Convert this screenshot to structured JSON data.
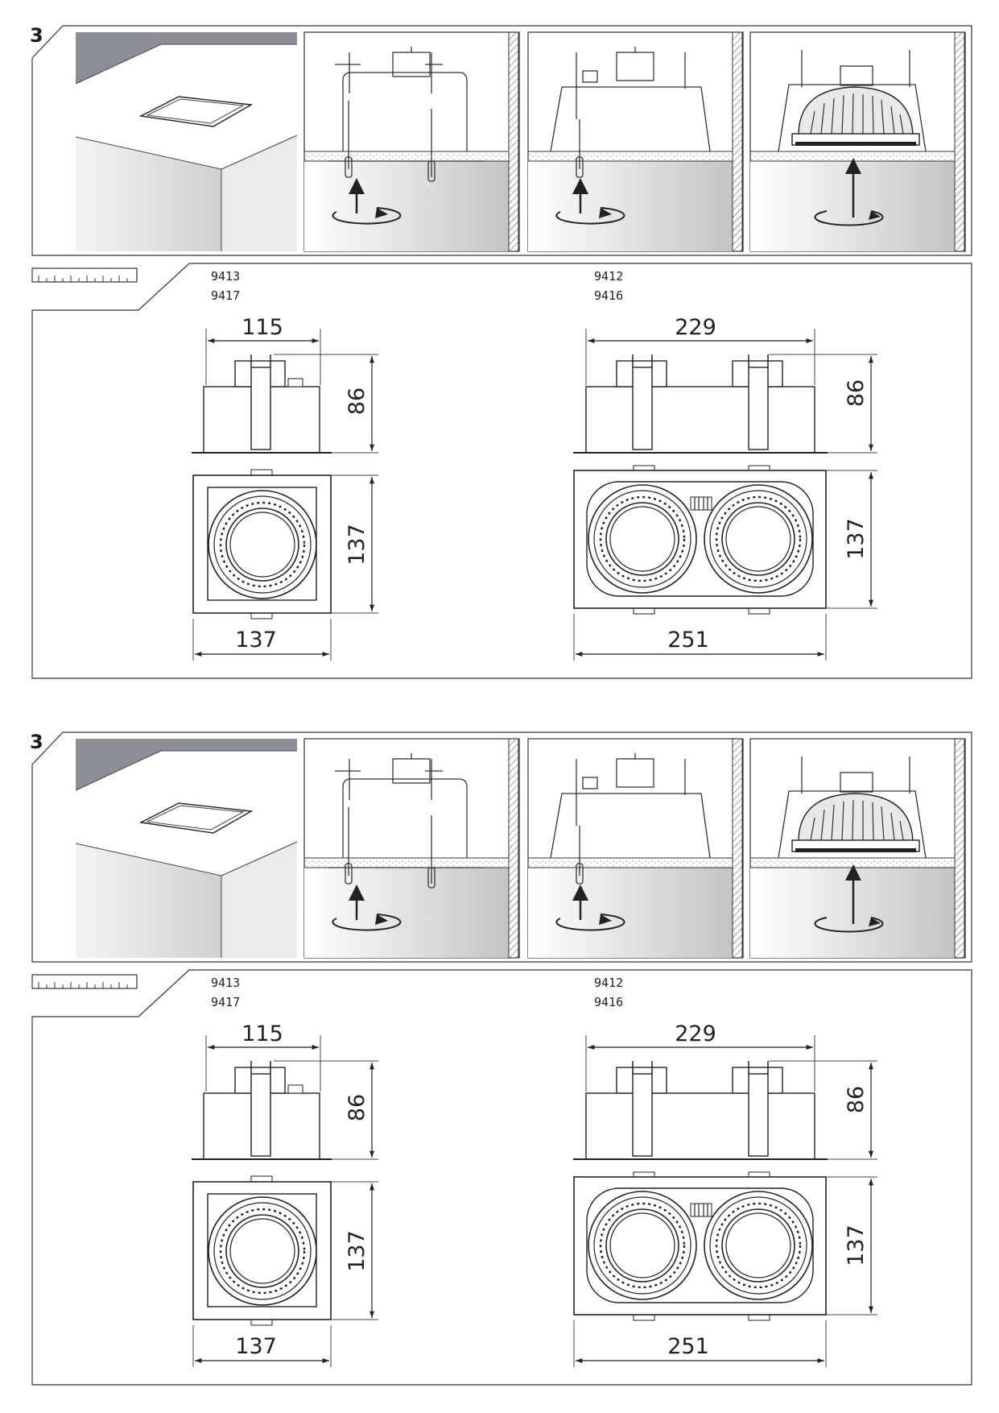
{
  "sheets": [
    {
      "step_number": "3",
      "models_single": [
        "9413",
        "9417"
      ],
      "models_double": [
        "9412",
        "9416"
      ],
      "single_unit": {
        "width_top": "115",
        "height_side": "86",
        "height_front": "137",
        "width_front": "137"
      },
      "double_unit": {
        "width_top": "229",
        "height_side": "86",
        "height_front": "137",
        "width_front": "251"
      }
    },
    {
      "step_number": "3",
      "models_single": [
        "9413",
        "9417"
      ],
      "models_double": [
        "9412",
        "9416"
      ],
      "single_unit": {
        "width_top": "115",
        "height_side": "86",
        "height_front": "137",
        "width_front": "137"
      },
      "double_unit": {
        "width_top": "229",
        "height_side": "86",
        "height_front": "137",
        "width_front": "251"
      }
    }
  ],
  "icons": {
    "ruler": "ruler-icon",
    "arrow": "upward-arrow-icon",
    "rotation": "rotation-arrow-icon"
  },
  "colors": {
    "line": "#333333",
    "ceiling_shadow": "#8a8f96",
    "cavity_gray": "#d9d9d9"
  }
}
